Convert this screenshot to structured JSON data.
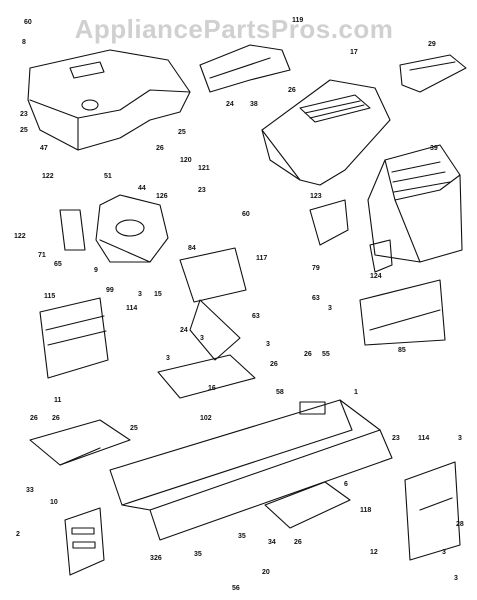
{
  "watermark": "AppliancePartsPros.com",
  "colors": {
    "ink": "#111111",
    "paper": "#ffffff",
    "watermark": "#969696"
  },
  "callouts": [
    "60",
    "119",
    "8",
    "17",
    "29",
    "23",
    "25",
    "24",
    "38",
    "26",
    "25",
    "26",
    "47",
    "120",
    "121",
    "122",
    "51",
    "44",
    "126",
    "23",
    "122",
    "71",
    "65",
    "9",
    "60",
    "123",
    "79",
    "124",
    "39",
    "84",
    "117",
    "15",
    "99",
    "63",
    "115",
    "3",
    "114",
    "3",
    "24",
    "3",
    "63",
    "3",
    "26",
    "26",
    "55",
    "3",
    "11",
    "1",
    "58",
    "16",
    "102",
    "26",
    "26",
    "25",
    "114",
    "3",
    "33",
    "10",
    "23",
    "118",
    "6",
    "2",
    "35",
    "34",
    "35",
    "20",
    "56",
    "12",
    "3",
    "3",
    "26",
    "85",
    "28",
    "3",
    "26"
  ]
}
